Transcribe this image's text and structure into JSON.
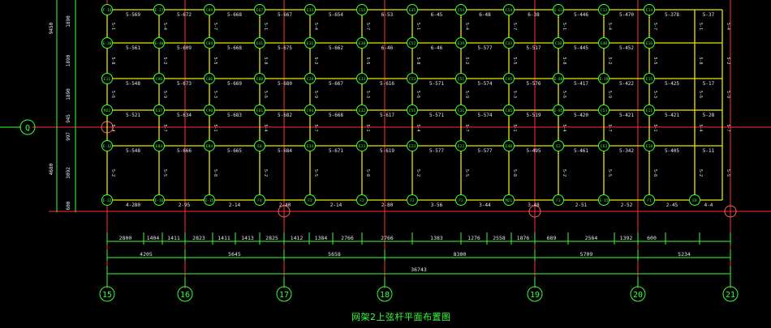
{
  "drawing_title": "网架2上弦杆平面布置图",
  "row_axis_label": "Q",
  "column_axes": [
    "15",
    "16",
    "17",
    "18",
    "19",
    "20",
    "21"
  ],
  "left_dimensions": [
    "9450",
    "1890",
    "1890",
    "1890",
    "945",
    "997",
    "3092",
    "600",
    "4680"
  ],
  "dimension_row1": [
    "2800",
    "1404",
    "1411",
    "2823",
    "1411",
    "1413",
    "2825",
    "1412",
    "1384",
    "2766",
    "2766",
    "1383",
    "1276",
    "2558",
    "1876",
    "689",
    "2564",
    "1392",
    "600"
  ],
  "dimension_row2": [
    "4205",
    "5645",
    "5658",
    "8300",
    "5709",
    "5234"
  ],
  "dimension_total": "36743",
  "column_x": [
    132,
    196,
    258,
    320,
    382,
    446,
    508,
    568,
    627,
    688,
    744,
    800,
    856,
    890
  ],
  "row_y": [
    12,
    53,
    97,
    136,
    180,
    247
  ],
  "member_labels": {
    "rows": [
      [
        "5-569",
        "5-672",
        "5-668",
        "5-667",
        "5-654",
        "6-53",
        "6-45",
        "6-48",
        "6-38",
        "5-446",
        "5-470",
        "5-378",
        "5-37"
      ],
      [
        "5-561",
        "5-609",
        "5-668",
        "5-675",
        "5-662",
        "6-46",
        "6-46",
        "5-577",
        "5-517",
        "5-445",
        "5-452"
      ],
      [
        "5-548",
        "5-673",
        "5-669",
        "5-680",
        "5-667",
        "5-616",
        "5-571",
        "5-574",
        "5-576",
        "5-417",
        "5-422",
        "5-425",
        "5-17"
      ],
      [
        "5-521",
        "5-634",
        "5-683",
        "5-682",
        "5-668",
        "5-617",
        "5-571",
        "5-574",
        "5-519",
        "5-420",
        "5-421",
        "5-421",
        "5-28"
      ],
      [
        "5-548",
        "5-666",
        "5-665",
        "5-684",
        "5-671",
        "5-619",
        "5-577",
        "5-577",
        "5-495",
        "5-461",
        "5-342",
        "5-405",
        "5-11"
      ],
      [
        "4-280",
        "2-95",
        "2-14",
        "2-40",
        "2-14",
        "2-80",
        "3-56",
        "3-44",
        "3-48",
        "2-51",
        "2-52",
        "2-45",
        "4-4"
      ]
    ]
  },
  "node_labels": [
    [
      "F-14",
      "E-27",
      "C89",
      "E67",
      "E34",
      "C54",
      "E45",
      "C54",
      "C54",
      "E-61",
      "F13",
      "E14"
    ],
    [
      "E-38",
      "E-40",
      "C84",
      "E41",
      "E31",
      "E30",
      "C52",
      "E39",
      "C33",
      "C10",
      "E40",
      "E16"
    ],
    [
      "E11",
      "C96",
      "C86",
      "E80",
      "C28",
      "E33",
      "C53",
      "C51",
      "C95",
      "E-88",
      "E-18",
      "E15"
    ],
    [
      "M22",
      "E37",
      "C90",
      "E81",
      "C94",
      "E32",
      "C51",
      "C31",
      "C85",
      "E-85",
      "C53",
      "E11"
    ],
    [
      "E-12",
      "E84",
      "E84",
      "E8",
      "E34",
      "E23",
      "E23",
      "E22",
      "E40",
      "E2",
      "C63",
      "E18"
    ],
    [
      "E-22",
      "E-16",
      "E-15",
      "F4",
      "F2",
      "F2",
      "F2",
      "F2",
      "M21",
      "F3",
      "E-15",
      "F1",
      "E8"
    ]
  ],
  "colors": {
    "background": "#000000",
    "grid_red": "#ff3030",
    "member_yellow": "#e6e600",
    "node_green": "#37ff37",
    "dim_green": "#37ff37",
    "label_white": "#e8e8e8",
    "axis_green": "#37ff37"
  }
}
